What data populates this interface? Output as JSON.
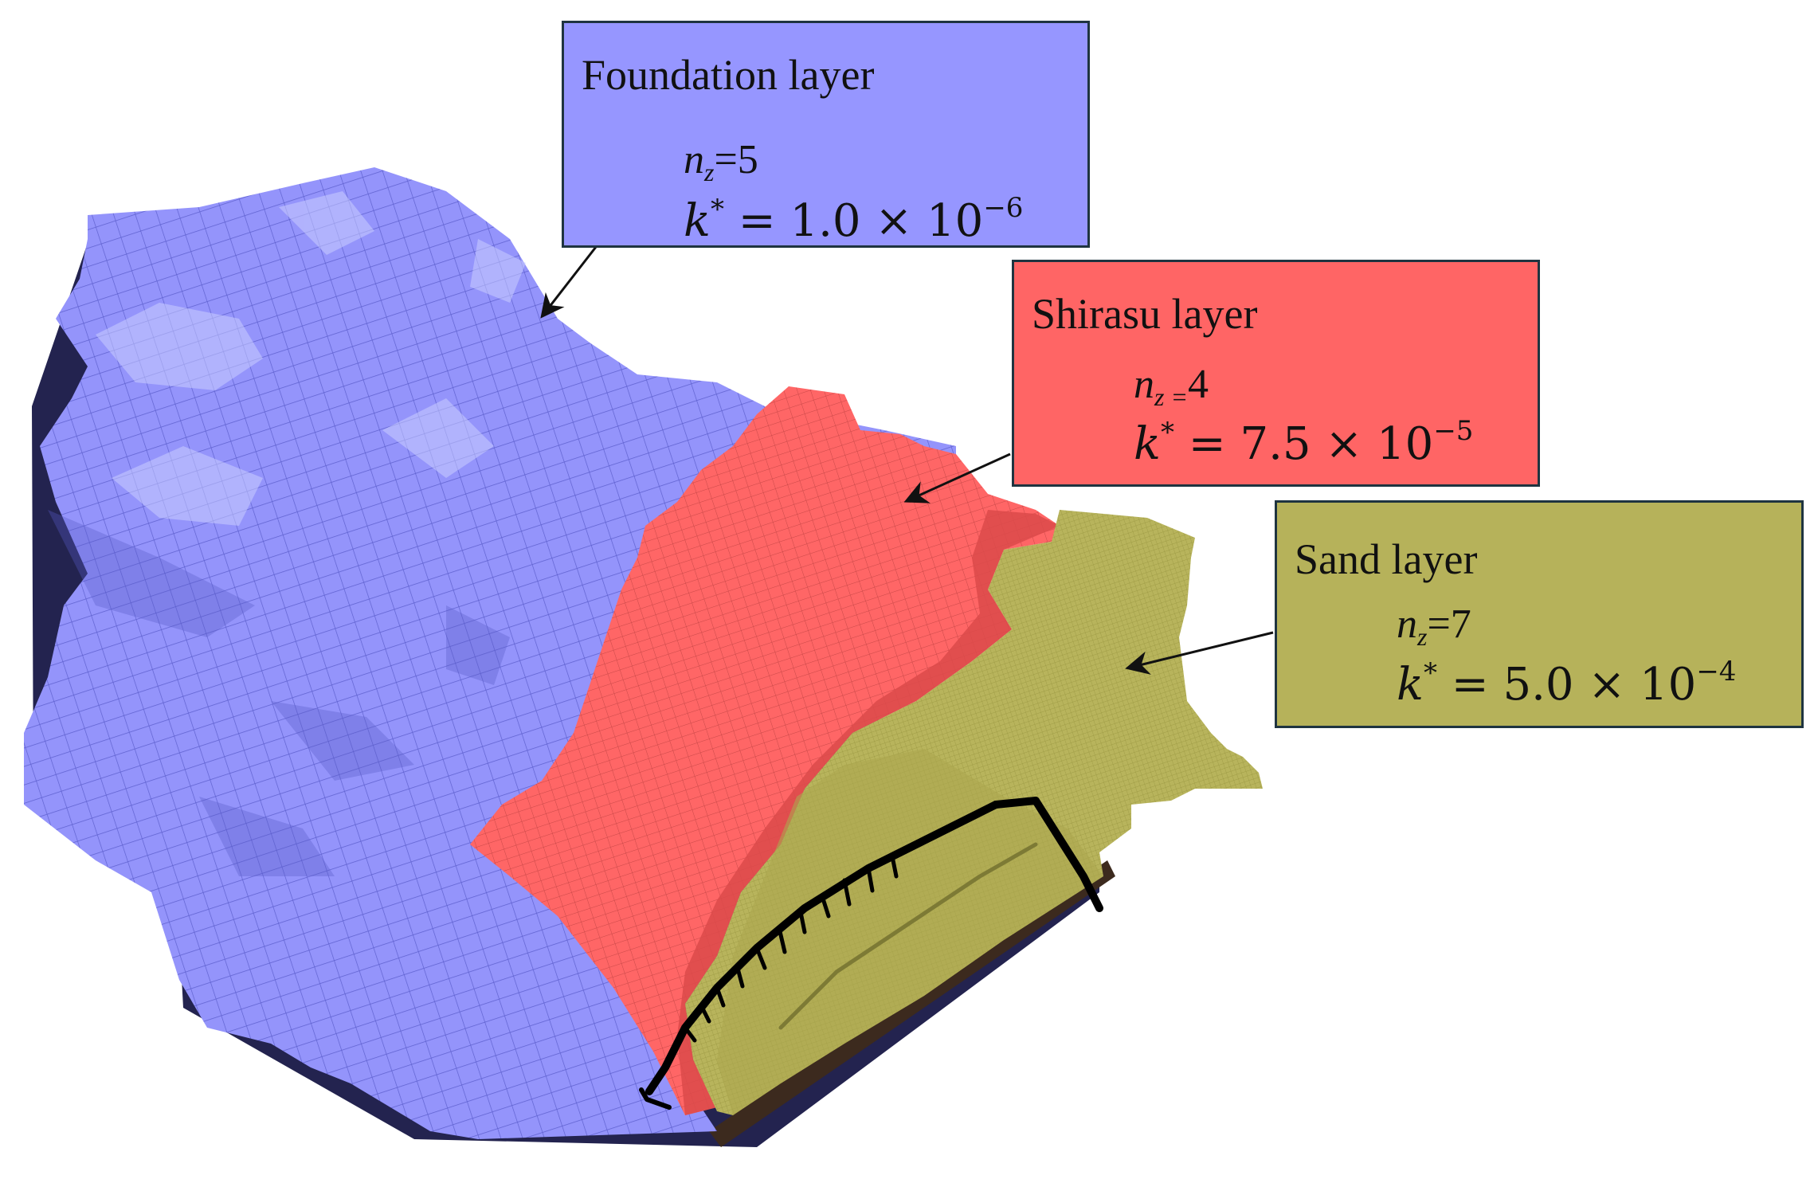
{
  "colors": {
    "foundation": "#9696ff",
    "foundation_mesh": "#7e7ff0",
    "shirasu": "#ff6565",
    "shirasu_dark": "#d94545",
    "sand": "#b6b25a",
    "sand_dark": "#96933f",
    "base": "#1c1c4a",
    "outline": "#1f3440",
    "arrow": "#111111"
  },
  "layers": [
    {
      "id": "foundation",
      "title": "Foundation layer",
      "nz_symbol": "n",
      "nz_sub": "z",
      "nz_eq": "=5",
      "k_symbol": "k",
      "k_star": "*",
      "k_value": "= 1.0 × 10",
      "k_exp": "−6",
      "box_color": "#9696ff"
    },
    {
      "id": "shirasu",
      "title": "Shirasu layer",
      "nz_symbol": "n",
      "nz_sub": "z =",
      "nz_eq": "4",
      "k_symbol": "k",
      "k_star": "*",
      "k_value": "= 7.5 × 10",
      "k_exp": "−5",
      "box_color": "#ff6565"
    },
    {
      "id": "sand",
      "title": "Sand layer",
      "nz_symbol": "n",
      "nz_sub": "z",
      "nz_eq": "=7",
      "k_symbol": "k",
      "k_star": "*",
      "k_value": "= 5.0 × 10",
      "k_exp": "−4",
      "box_color": "#b6b25a"
    }
  ]
}
